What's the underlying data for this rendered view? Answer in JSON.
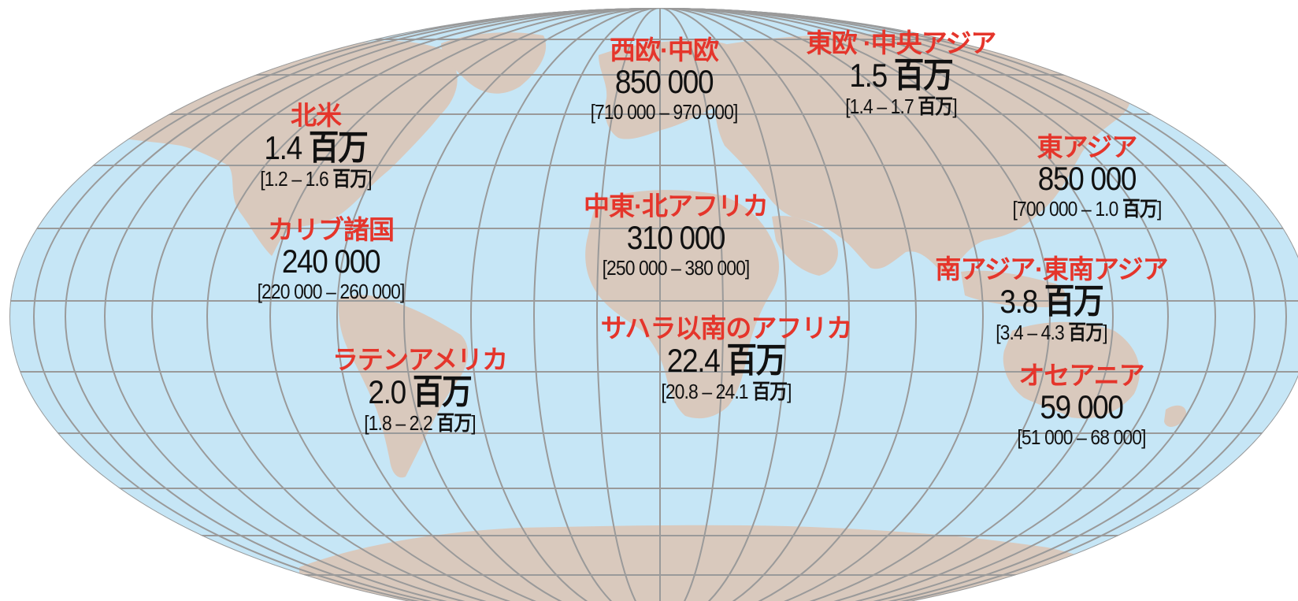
{
  "colors": {
    "ocean": "#c6e6f6",
    "land": "#d9c9bd",
    "grid": "#9a9a9a",
    "label": "#e5352b",
    "value": "#111111"
  },
  "regions": [
    {
      "id": "western-central-europe",
      "name": "西欧·中欧",
      "value": "850 000",
      "unit": "",
      "range": "[710 000 – 970 000]",
      "range_unit": "",
      "range_close": ""
    },
    {
      "id": "eastern-europe-central-asia",
      "name": "東欧 ·中央アジア",
      "value": "1.5",
      "unit": "百万",
      "range": "[1.4 – 1.7",
      "range_unit": "百万",
      "range_close": "]"
    },
    {
      "id": "north-america",
      "name": "北米",
      "value": "1.4",
      "unit": "百万",
      "range": "[1.2 – 1.6",
      "range_unit": "百万",
      "range_close": "]"
    },
    {
      "id": "east-asia",
      "name": "東アジア",
      "value": "850 000",
      "unit": "",
      "range": "[700 000 – 1.0",
      "range_unit": "百万",
      "range_close": "]"
    },
    {
      "id": "caribbean",
      "name": "カリブ諸国",
      "value": "240 000",
      "unit": "",
      "range": "[220 000 – 260 000]",
      "range_unit": "",
      "range_close": ""
    },
    {
      "id": "middle-east-north-africa",
      "name": "中東·北アフリカ",
      "value": "310 000",
      "unit": "",
      "range": "[250 000 – 380 000]",
      "range_unit": "",
      "range_close": ""
    },
    {
      "id": "south-southeast-asia",
      "name": "南アジア·東南アジア",
      "value": "3.8",
      "unit": "百万",
      "range": "[3.4 – 4.3",
      "range_unit": "百万",
      "range_close": "]"
    },
    {
      "id": "sub-saharan-africa",
      "name": "サハラ以南のアフリカ",
      "value": "22.4",
      "unit": "百万",
      "range": "[20.8 – 24.1",
      "range_unit": "百万",
      "range_close": "]"
    },
    {
      "id": "latin-america",
      "name": "ラテンアメリカ",
      "value": "2.0",
      "unit": "百万",
      "range": "[1.8 – 2.2",
      "range_unit": "百万",
      "range_close": "]"
    },
    {
      "id": "oceania",
      "name": "オセアニア",
      "value": "59 000",
      "unit": "",
      "range": "[51 000 – 68 000]",
      "range_unit": "",
      "range_close": ""
    }
  ]
}
